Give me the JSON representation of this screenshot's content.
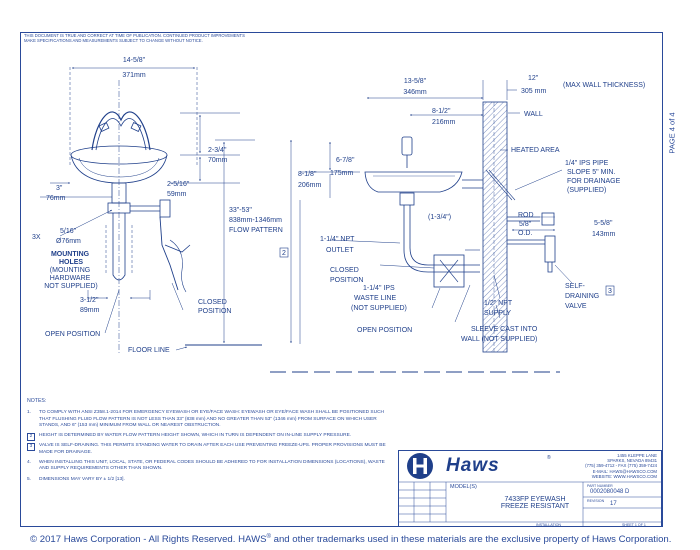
{
  "disclaimer": [
    "THIS DOCUMENT IS TRUE AND CORRECT AT TIME OF PUBLICATION. CONTINUED PRODUCT IMPROVEMENTS",
    "MAKE SPECIFICATIONS AND MEASUREMENTS SUBJECT TO CHANGE WITHOUT NOTICE."
  ],
  "page_label": "PAGE 4 of 4",
  "front_view": {
    "width_in": "14-5/8\"",
    "width_mm": "371mm",
    "height_in": "2-3/4\"",
    "height_mm": "70mm",
    "offset_in": "3\"",
    "offset_mm": "76mm",
    "depth_in": "2-5/16\"",
    "depth_mm": "59mm",
    "hole_count": "3X",
    "hole_in": "5/16\"",
    "hole_mm": "Ø76mm",
    "mounting_title": [
      "MOUNTING",
      "HOLES"
    ],
    "mounting_sub": [
      "(MOUNTING",
      "HARDWARE",
      "NOT SUPPLIED)"
    ],
    "base_in": "3-1/2\"",
    "base_mm": "89mm",
    "flow_range_in": "33\"-53\"",
    "flow_range_mm": "838mm-1346mm",
    "flow_label": "FLOW PATTERN",
    "note_2": "2",
    "closed": [
      "CLOSED",
      "POSITION"
    ],
    "open": "OPEN POSITION",
    "floor": "FLOOR LINE"
  },
  "side_view": {
    "depth_in": "13-5/8\"",
    "depth_mm": "346mm",
    "wall_in": "12\"",
    "wall_mm": "305 mm",
    "wall_note": "(MAX WALL THICKNESS)",
    "wall": "WALL",
    "head_in": "8-1/2\"",
    "head_mm": "216mm",
    "heated": "HEATED AREA",
    "bowl_in": "6-7/8\"",
    "bowl_mm": "175mm",
    "total_in": "8-1/8\"",
    "total_mm": "206mm",
    "pipe": [
      "1/4\" IPS PIPE",
      "SLOPE 5\" MIN.",
      "FOR DRAINAGE",
      "(SUPPLIED)"
    ],
    "gap": "(1-3/4\")",
    "rod": [
      "ROD",
      "5/8\"",
      "O.D."
    ],
    "valve_in": "5-5/8\"",
    "valve_mm": "143mm",
    "outlet": [
      "1-1/4\" NPT",
      "OUTLET"
    ],
    "closed": [
      "CLOSED",
      "POSITION"
    ],
    "waste": [
      "1-1/4\" IPS",
      "WASTE LINE",
      "(NOT SUPPLIED)"
    ],
    "self_drain": [
      "SELF-",
      "DRAINING",
      "VALVE"
    ],
    "note_3": "3",
    "supply": [
      "1/2\" NPT",
      "SUPPLY"
    ],
    "open": "OPEN POSITION",
    "sleeve": [
      "SLEEVE CAST INTO",
      "WALL (NOT SUPPLIED)"
    ]
  },
  "notes": {
    "title": "NOTES:",
    "items": [
      {
        "num": "1.",
        "boxed": false,
        "text": "TO COMPLY WITH ANSI Z358.1-2014 FOR EMERGENCY EYEWASH OR EYE/FACE WASH: EYEWASH OR EYE/FACE WASH SHALL BE POSITIONED SUCH THAT FLUSHING FLUID FLOW PATTERN IS NOT LESS THAN 33\" (838 mm) AND NO GREATER THAN 53\" (1346 mm) FROM SURFACE ON WHICH USER STANDS, AND 6\" (153 mm) MINIMUM FROM WALL OR NEAREST OBSTRUCTION."
      },
      {
        "num": "2",
        "boxed": true,
        "text": "HEIGHT IS DETERMINED BY WATER FLOW PATTERN HEIGHT SHOWN, WHICH IN TURN IS DEPENDENT ON IN-LINE SUPPLY PRESSURE."
      },
      {
        "num": "3",
        "boxed": true,
        "text": "VALVE IS SELF-DRAINING. THIS PERMITS STANDING WATER TO DRAIN AFTER EACH USE PREVENTING FREEZE-UPS. PROPER PROVISIONS MUST BE MADE FOR DRAINAGE."
      },
      {
        "num": "4.",
        "boxed": false,
        "text": "WHEN INSTALLING THIS UNIT, LOCAL, STATE, OR FEDERAL CODES SHOULD BE ADHERED TO FOR INSTALLATION DIMENSIONS (LOCATIONS), WASTE AND SUPPLY REQUIREMENTS OTHER THAN SHOWN."
      },
      {
        "num": "5.",
        "boxed": false,
        "text": "DIMENSIONS MAY VARY BY ± 1/2 [13]."
      }
    ]
  },
  "title_block": {
    "brand": "Haws",
    "address": [
      "1455 KLEPPE LANE",
      "SPARKS, NEVADA 89431",
      "(775) 359-4712 - FAX (775) 359-7424",
      "E-MAIL: HAWS@HAWSCO.COM",
      "WEBSITE: WWW.HAWSCO.COM"
    ],
    "models_label": "MODEL(S)",
    "product": [
      "7433FP EYEWASH",
      "FREEZE RESISTANT"
    ],
    "part_label": "PART NUMBER",
    "part_number": "0002080048 D",
    "rev_label": "REVISION",
    "revision": "17",
    "install": "INSTALLATION",
    "sheet": "SHEET 1 OF 1"
  },
  "copyright": "© 2017 Haws Corporation - All Rights Reserved.  HAWS",
  "copyright_tail": " and other trademarks used in these materials are the exclusive property of Haws Corporation."
}
